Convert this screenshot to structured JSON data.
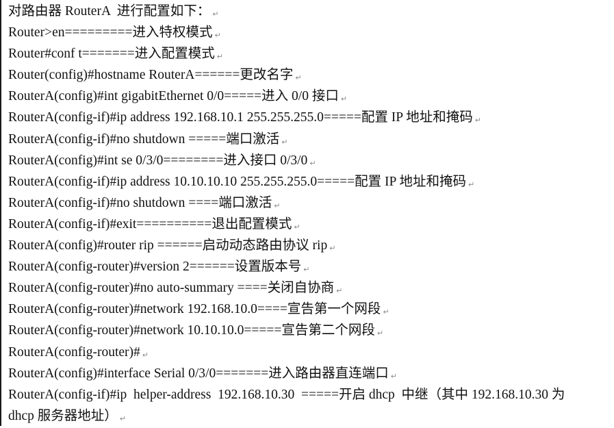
{
  "document": {
    "paragraph_mark": "↵",
    "lines": [
      {
        "text": "对路由器 RouterA  进行配置如下：",
        "mark": true
      },
      {
        "text": "Router>en=========进入特权模式",
        "mark": true
      },
      {
        "text": "Router#conf t=======进入配置模式",
        "mark": true
      },
      {
        "text": "Router(config)#hostname RouterA======更改名字",
        "mark": true
      },
      {
        "text": "RouterA(config)#int gigabitEthernet 0/0=====进入 0/0 接口",
        "mark": true
      },
      {
        "text": "RouterA(config-if)#ip address 192.168.10.1 255.255.255.0=====配置 IP 地址和掩码",
        "mark": true
      },
      {
        "text": "RouterA(config-if)#no shutdown =====端口激活",
        "mark": true
      },
      {
        "text": "RouterA(config)#int se 0/3/0========进入接口 0/3/0",
        "mark": true
      },
      {
        "text": "RouterA(config-if)#ip address 10.10.10.10 255.255.255.0=====配置 IP 地址和掩码",
        "mark": true
      },
      {
        "text": "RouterA(config-if)#no shutdown ====端口激活",
        "mark": true
      },
      {
        "text": "RouterA(config-if)#exit==========退出配置模式",
        "mark": true
      },
      {
        "text": "RouterA(config)#router rip ======启动动态路由协议 rip",
        "mark": true
      },
      {
        "text": "RouterA(config-router)#version 2======设置版本号",
        "mark": true
      },
      {
        "text": "RouterA(config-router)#no auto-summary ====关闭自协商",
        "mark": true
      },
      {
        "text": "RouterA(config-router)#network 192.168.10.0====宣告第一个网段",
        "mark": true
      },
      {
        "text": "RouterA(config-router)#network 10.10.10.0=====宣告第二个网段",
        "mark": true
      },
      {
        "text": "RouterA(config-router)#",
        "mark": true
      },
      {
        "text": "RouterA(config)#interface Serial 0/3/0=======进入路由器直连端口",
        "mark": true
      },
      {
        "text": "RouterA(config-if)#ip  helper-address  192.168.10.30  =====开启 dhcp  中继（其中 192.168.10.30 为",
        "mark": false
      },
      {
        "text": "dhcp 服务器地址）",
        "mark": true
      }
    ]
  }
}
